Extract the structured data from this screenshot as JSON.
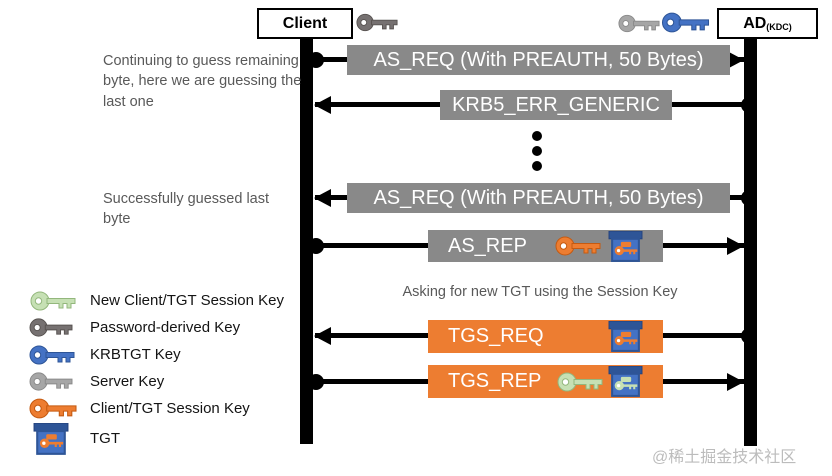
{
  "actors": {
    "client": {
      "label": "Client",
      "key_icons": [
        "password-derived-key"
      ]
    },
    "ad": {
      "label": "AD",
      "subscript": "(KDC)",
      "key_icons": [
        "server-key",
        "krbtgt-key"
      ]
    }
  },
  "annotations": {
    "guessing": "Continuing to guess remaining byte, here we are guessing the last one",
    "success": "Successfully guessed last byte",
    "asking": "Asking for new TGT using the Session Key"
  },
  "messages": [
    {
      "label": "AS_REQ (With PREAUTH, 50 Bytes)",
      "box_style": "gray",
      "arrowhead": "right",
      "circle_end": "client",
      "icons": []
    },
    {
      "label": "KRB5_ERR_GENERIC",
      "box_style": "gray",
      "arrowhead": "left",
      "circle_end": "ad",
      "icons": []
    },
    {
      "label": "AS_REQ (With PREAUTH, 50 Bytes)",
      "box_style": "gray",
      "arrowhead": "left",
      "circle_end": "ad",
      "icons": []
    },
    {
      "label": "AS_REP",
      "box_style": "gray",
      "arrowhead": "right",
      "circle_end": "client",
      "icons": [
        "client-tgt-session-key",
        "tgt"
      ]
    },
    {
      "label": "TGS_REQ",
      "box_style": "orange",
      "arrowhead": "left",
      "circle_end": "ad",
      "icons": [
        "tgt"
      ]
    },
    {
      "label": "TGS_REP",
      "box_style": "orange",
      "arrowhead": "right",
      "circle_end": "client",
      "icons": [
        "new-client-tgt-session-key",
        "tgt"
      ]
    }
  ],
  "ellipsis": "vertical-three-dots",
  "legend": [
    {
      "icon": "new-client-tgt-session-key-icon",
      "color": "#c6e0b4",
      "label": "New Client/TGT Session Key"
    },
    {
      "icon": "password-derived-key-icon",
      "color": "#767171",
      "label": "Password-derived Key"
    },
    {
      "icon": "krbtgt-key-icon",
      "color": "#4472c4",
      "label": "KRBTGT Key"
    },
    {
      "icon": "server-key-icon",
      "color": "#a6a6a6",
      "label": "Server Key"
    },
    {
      "icon": "client-tgt-session-key-icon",
      "color": "#ed7d31",
      "label": "Client/TGT Session Key"
    },
    {
      "icon": "tgt-icon",
      "color": "#4472c4",
      "label": "TGT"
    }
  ],
  "colors": {
    "gray_box": "#898989",
    "orange_box": "#ed7d31",
    "tgt_body": "#4472c4",
    "tgt_lid": "#2e5597",
    "annotation_text": "#595959",
    "arrow": "#000000"
  },
  "watermark": "@稀土掘金技术社区"
}
